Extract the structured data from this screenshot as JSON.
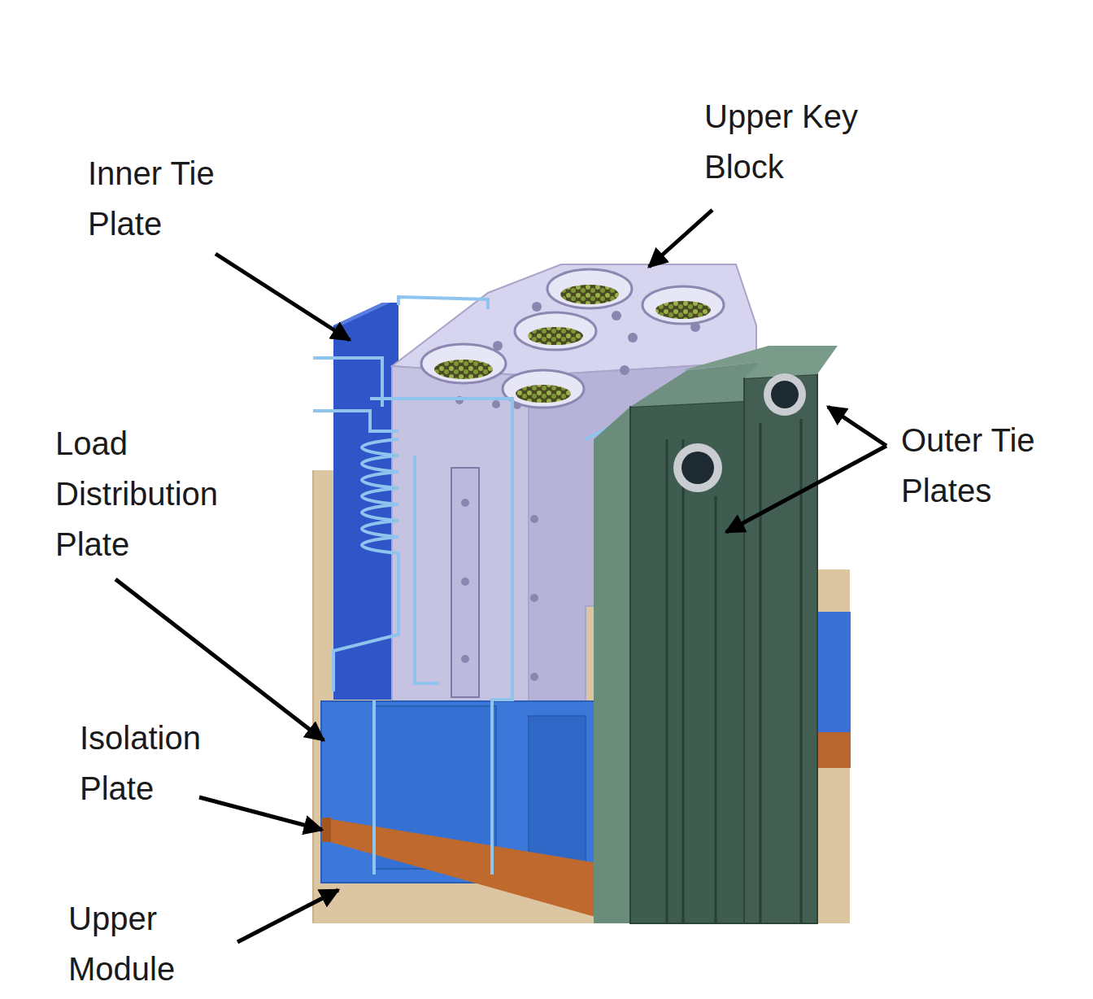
{
  "diagram": {
    "labels": [
      "Inner Tie Plate",
      "Upper Key Block",
      "Load Distribution Plate",
      "Outer Tie Plates",
      "Isolation Plate",
      "Upper Module"
    ]
  }
}
